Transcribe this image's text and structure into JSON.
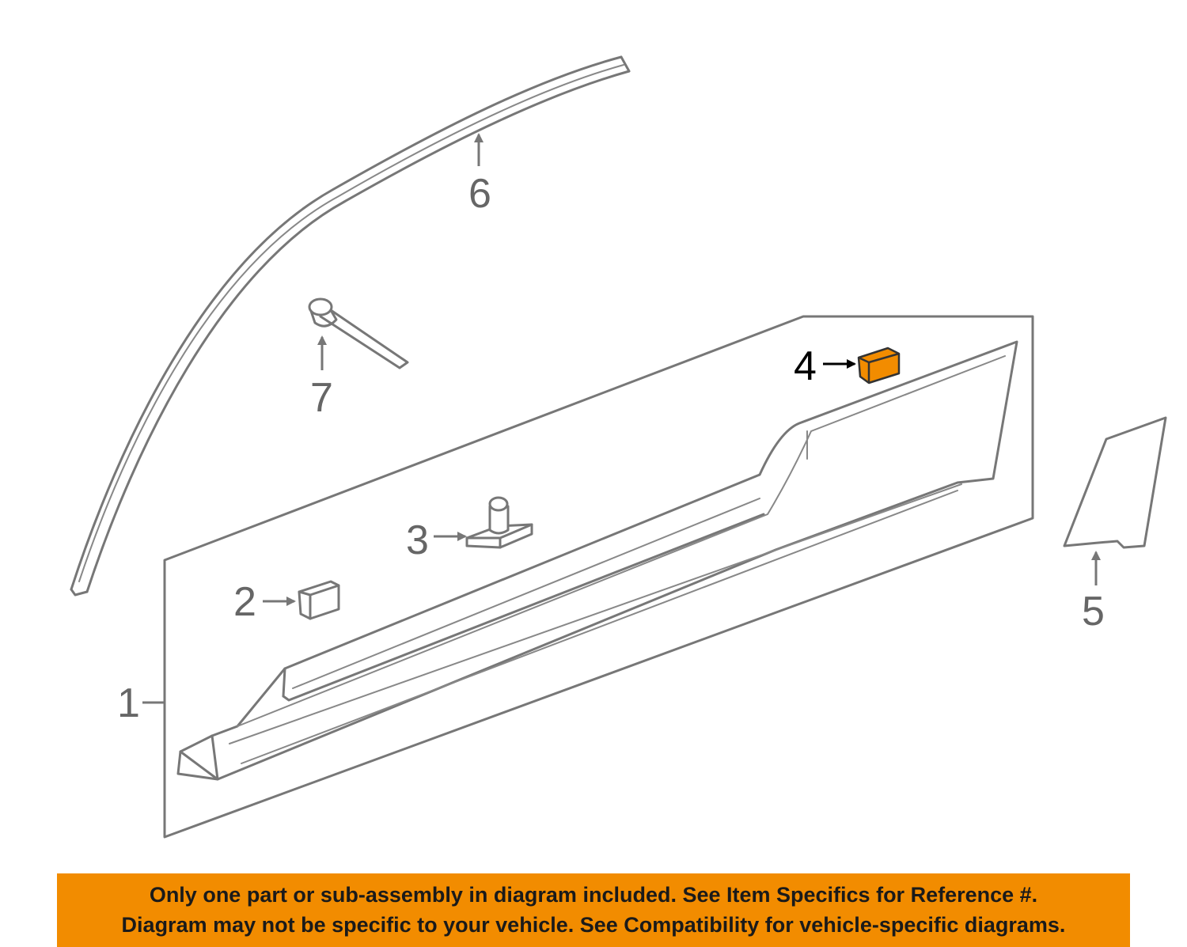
{
  "diagram": {
    "callouts": [
      {
        "number": "1",
        "highlighted": false
      },
      {
        "number": "2",
        "highlighted": false
      },
      {
        "number": "3",
        "highlighted": false
      },
      {
        "number": "4",
        "highlighted": true
      },
      {
        "number": "5",
        "highlighted": false
      },
      {
        "number": "6",
        "highlighted": false
      },
      {
        "number": "7",
        "highlighted": false
      }
    ],
    "highlight_color": "#f28c00",
    "line_color": "#777777"
  },
  "disclaimer": {
    "line1": "Only one part or sub-assembly in diagram included. See Item Specifics for Reference #.",
    "line2": "Diagram may not be specific to your vehicle. See Compatibility for vehicle-specific diagrams.",
    "background": "#f28c00"
  }
}
